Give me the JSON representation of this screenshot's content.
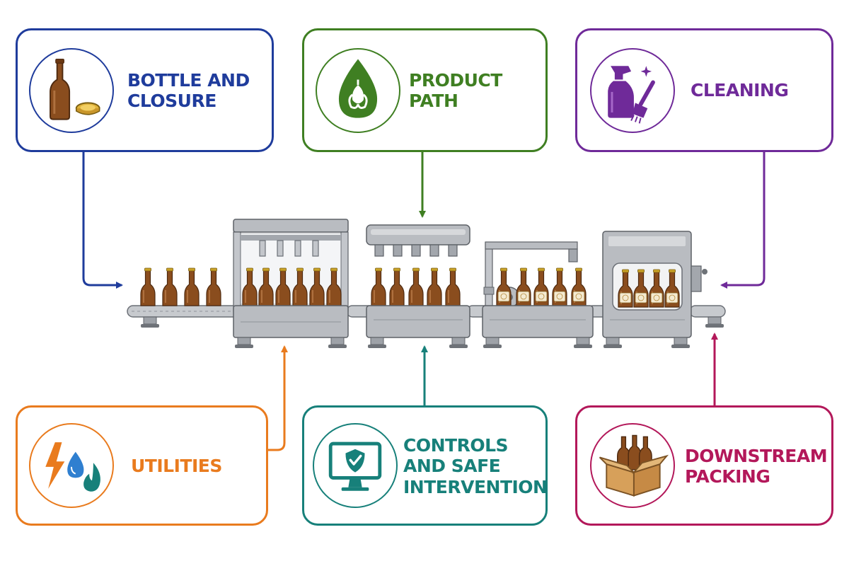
{
  "panels": {
    "bottle_and_closure": {
      "label": "BOTTLE AND CLOSURE",
      "color": "#1f3c9c",
      "icon": "bottle-and-cap-icon"
    },
    "product_path": {
      "label": "PRODUCT PATH",
      "color": "#3f7f22",
      "icon": "hop-droplet-icon"
    },
    "cleaning": {
      "label": "CLEANING",
      "color": "#6f2a99",
      "icon": "spray-bottle-brush-icon"
    },
    "utilities": {
      "label": "UTILITIES",
      "color": "#e97b1e",
      "icon": "electricity-water-gas-icon"
    },
    "controls": {
      "label": "CONTROLS AND SAFE INTERVENTION",
      "color": "#17807a",
      "icon": "monitor-shield-check-icon"
    },
    "downstream_packing": {
      "label": "DOWNSTREAM PACKING",
      "color": "#b3185a",
      "icon": "box-with-bottles-icon"
    }
  },
  "line": {
    "stations": [
      "bottle-infeed-conveyor",
      "rinser-station",
      "filler-station",
      "capper-labeler-station",
      "packer-station"
    ],
    "bottle_color": "#8a4d1e",
    "steel_color": "#b9bcc1"
  }
}
